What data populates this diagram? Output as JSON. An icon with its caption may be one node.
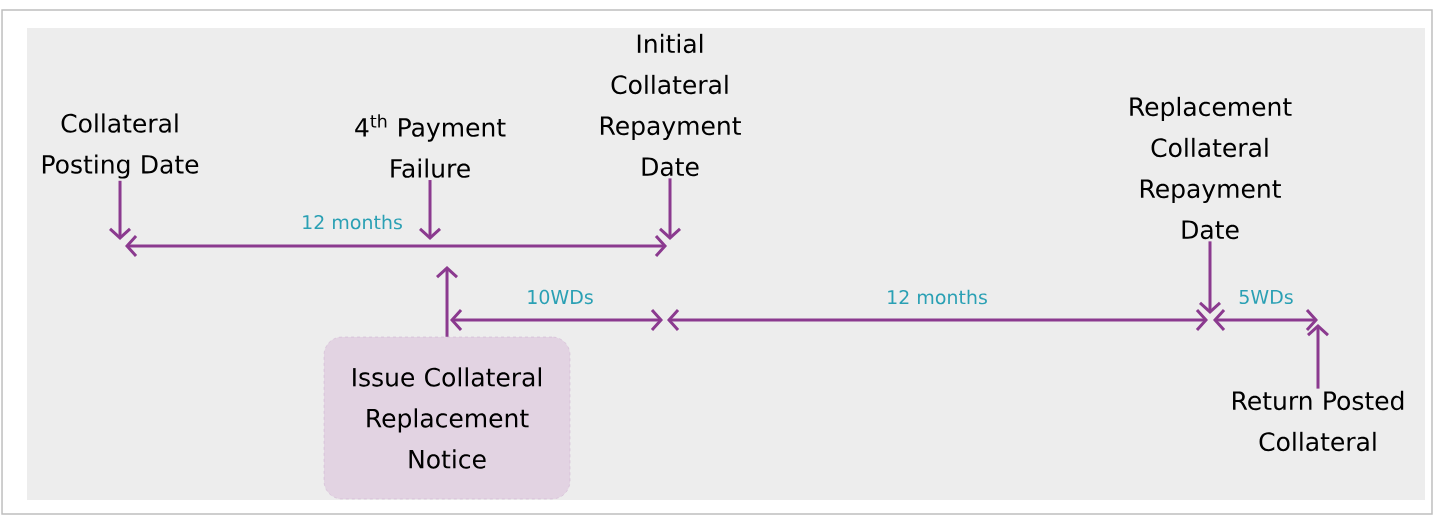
{
  "diagram": {
    "nodes": [
      {
        "text": [
          "Collateral Posting Date"
        ]
      },
      {
        "text": [
          "4$^{th}$ Payment Failure"
        ]
      },
      {
        "text": [
          "Initial Collateral Repayment Date"
        ]
      },
      {
        "text": [
          "Replacement Collateral Repayment Date"
        ]
      },
      {
        "text": [
          "Issue Collateral Replacement Notice"
        ]
      },
      {
        "text": [
          "Return Posted Collateral"
        ]
      }
    ],
    "edges": [
      {
        "from": 0,
        "to": null,
        "arrow": "to"
      },
      {
        "from": 1,
        "to": null,
        "arrow": "to"
      },
      {
        "from": 2,
        "to": null,
        "arrow": "to"
      },
      {
        "from": 3,
        "to": null,
        "arrow": "to"
      },
      {
        "from": 4,
        "to": null,
        "arrow": "to"
      },
      {
        "from": 5,
        "to": null,
        "arrow": "to"
      }
    ],
    "labels": [
      "12 months",
      "10WDs",
      "12 months",
      "5WDs"
    ]
  }
}
